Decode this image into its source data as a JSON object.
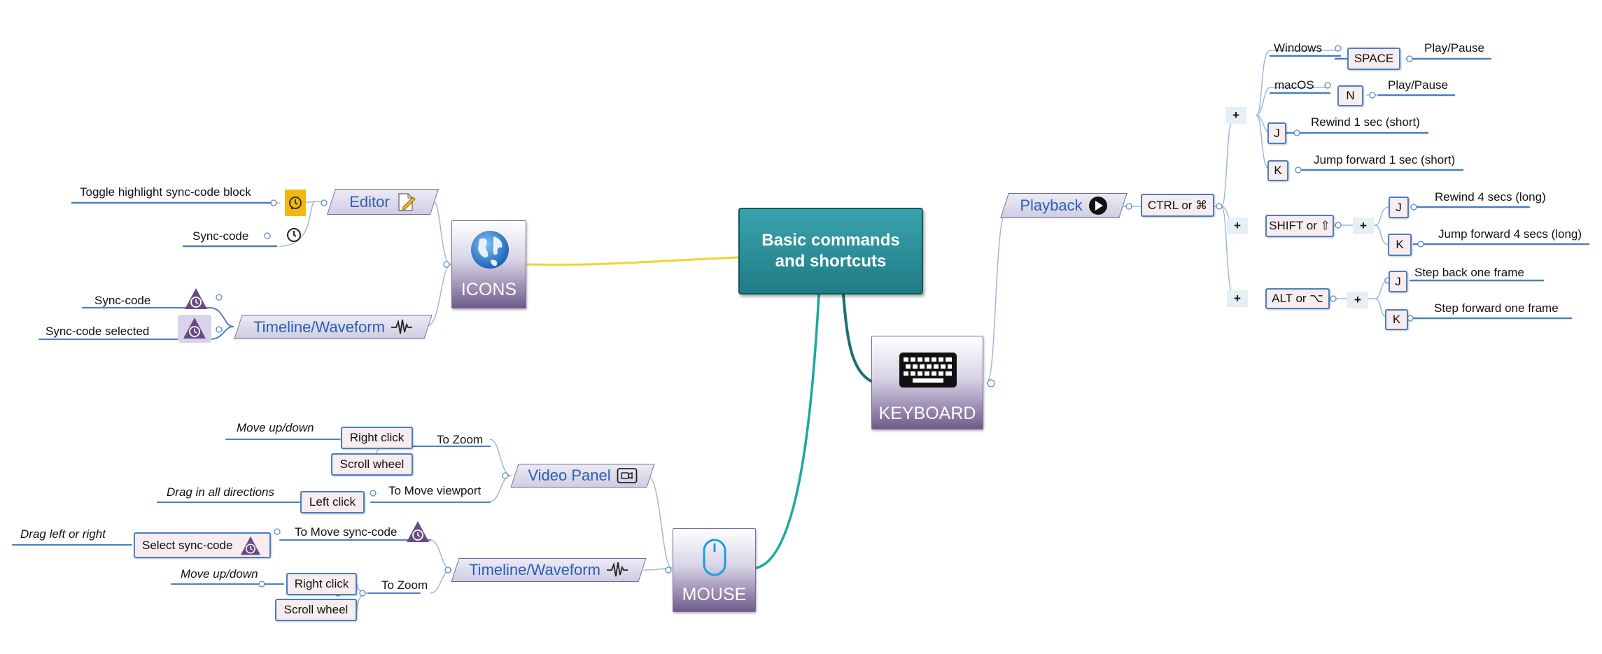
{
  "central": {
    "title": "Basic commands and shortcuts"
  },
  "icons": {
    "label": "ICONS",
    "editor": {
      "label": "Editor",
      "toggle_highlight": "Toggle highlight sync-code block",
      "sync_code": "Sync-code"
    },
    "timeline": {
      "label": "Timeline/Waveform",
      "sync_code": "Sync-code",
      "sync_code_selected": "Sync-code selected"
    }
  },
  "keyboard": {
    "label": "KEYBOARD",
    "playback": {
      "label": "Playback",
      "ctrl": "CTRL or ⌘",
      "plus": "+",
      "windows": "Windows",
      "space": "SPACE",
      "play_pause_1": "Play/Pause",
      "macos": "macOS",
      "n": "N",
      "play_pause_2": "Play/Pause",
      "j1": "J",
      "rewind_short": "Rewind 1 sec (short)",
      "k1": "K",
      "forward_short": "Jump forward 1 sec (short)",
      "shift": "SHIFT or ⇧",
      "j2": "J",
      "rewind_long": "Rewind 4 secs (long)",
      "k2": "K",
      "forward_long": "Jump forward 4 secs (long)",
      "alt": "ALT or ⌥",
      "j3": "J",
      "step_back": "Step back one frame",
      "k3": "K",
      "step_forward": "Step forward one frame"
    }
  },
  "mouse": {
    "label": "MOUSE",
    "video_panel": {
      "label": "Video Panel",
      "to_zoom": "To Zoom",
      "right_click": "Right click",
      "move_updown": "Move up/down",
      "scroll_wheel": "Scroll wheel",
      "to_move_viewport": "To Move viewport",
      "left_click": "Left click",
      "drag_all": "Drag in all directions"
    },
    "timeline": {
      "label": "Timeline/Waveform",
      "to_move_sync": "To Move sync-code",
      "select_sync": "Select sync-code",
      "drag_lr": "Drag left or right",
      "to_zoom": "To Zoom",
      "right_click": "Right click",
      "move_updown": "Move up/down",
      "scroll_wheel": "Scroll wheel"
    }
  },
  "colors": {
    "central_bg": "#2a8d97",
    "branch_line": "#4a7fc1",
    "icons_link": "#f2d22e",
    "keyboard_link": "#1d6f72",
    "mouse_link": "#1aa9a0",
    "sync_icon": "#6f4f8e",
    "highlight_icon": "#f2b41c"
  },
  "icon_names": [
    "globe-icon",
    "keyboard-icon",
    "mouse-icon",
    "play-icon",
    "edit-icon",
    "waveform-icon",
    "video-icon",
    "clock-icon",
    "sync-code-icon"
  ]
}
